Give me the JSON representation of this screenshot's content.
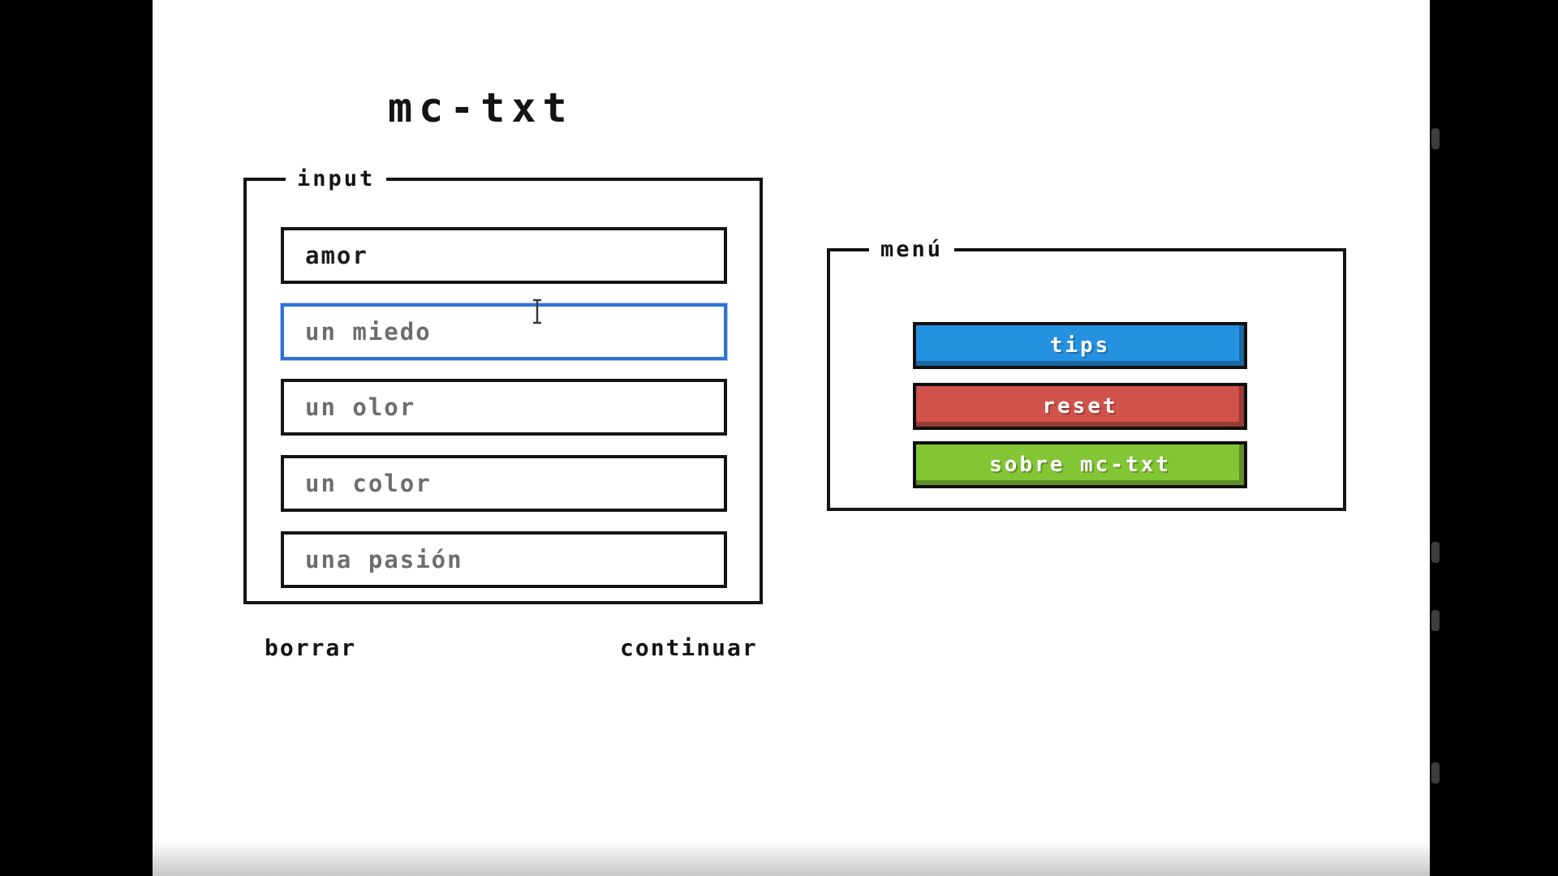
{
  "app": {
    "title": "mc-txt"
  },
  "input_panel": {
    "legend": "input",
    "fields": [
      {
        "value": "amor",
        "placeholder": ""
      },
      {
        "value": "",
        "placeholder": "un miedo",
        "focused": true
      },
      {
        "value": "",
        "placeholder": "un olor"
      },
      {
        "value": "",
        "placeholder": "un color"
      },
      {
        "value": "",
        "placeholder": "una pasión"
      }
    ],
    "actions": {
      "clear_label": "borrar",
      "continue_label": "continuar"
    }
  },
  "menu_panel": {
    "legend": "menú",
    "buttons": [
      {
        "label": "tips",
        "color": "#2591e1"
      },
      {
        "label": "reset",
        "color": "#d1524a"
      },
      {
        "label": "sobre mc-txt",
        "color": "#82c636"
      }
    ]
  },
  "icons": {
    "text_cursor": "i-beam"
  },
  "colors": {
    "focus_border": "#2e74d4",
    "input_text": "#1c1c1c",
    "placeholder_text": "#6e6e6e",
    "letterbox": "#000000"
  }
}
